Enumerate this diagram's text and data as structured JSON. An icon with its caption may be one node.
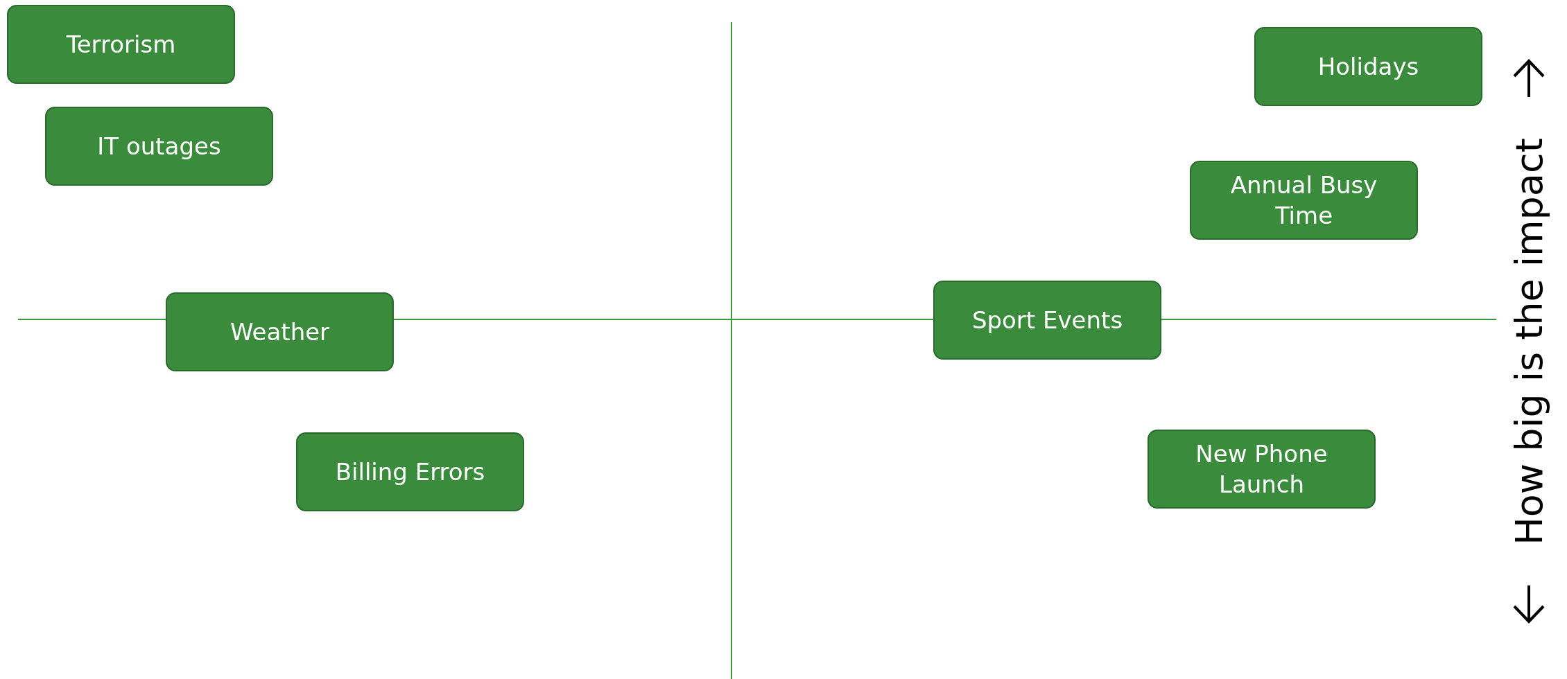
{
  "diagram": {
    "nodes": [
      {
        "text": [
          "Terrorism"
        ]
      },
      {
        "text": [
          "IT outages"
        ]
      },
      {
        "text": [
          "Weather"
        ]
      },
      {
        "text": [
          "Billing Errors"
        ]
      },
      {
        "text": [
          "Holidays"
        ]
      },
      {
        "text": [
          "Annual Busy Time"
        ]
      },
      {
        "text": [
          "Sport Events"
        ]
      },
      {
        "text": [
          "New Phone Launch"
        ]
      }
    ],
    "labels": [
      "How big is the impact"
    ]
  }
}
